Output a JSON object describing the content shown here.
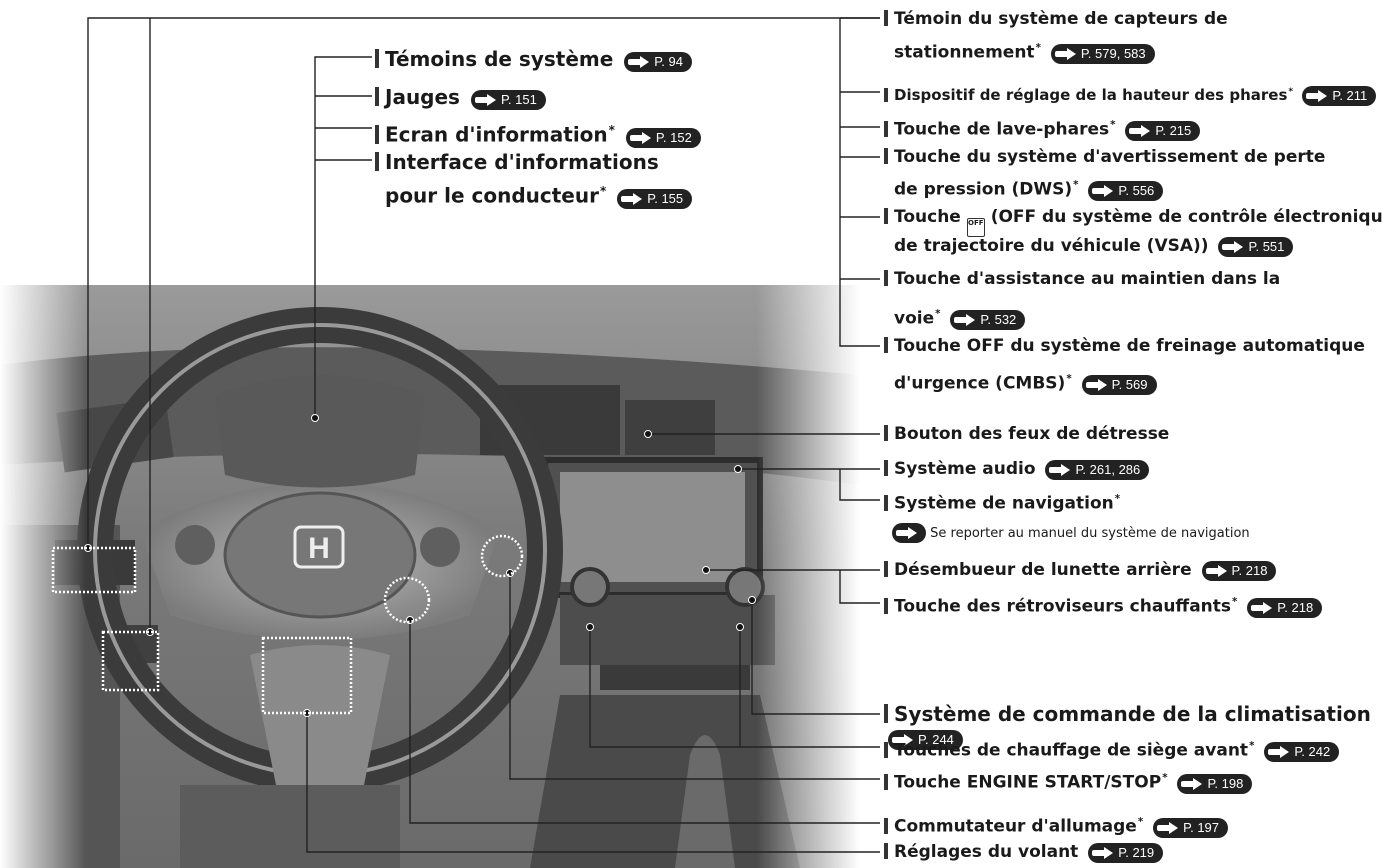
{
  "labels": {
    "indicators": {
      "text": "Témoins de système",
      "ref": "P. 94"
    },
    "gauges": {
      "text": "Jauges",
      "ref": "P. 151"
    },
    "info_display": {
      "text": "Ecran d'information",
      "star": "*",
      "ref": "P. 152"
    },
    "driver_info_l1": {
      "text": "Interface d'informations"
    },
    "driver_info_l2": {
      "text": "pour le conducteur",
      "star": "*",
      "ref": "P. 155"
    },
    "parking_sensor_l1": {
      "text": "Témoin du système de capteurs de"
    },
    "parking_sensor_l2": {
      "text": "stationnement",
      "star": "*",
      "ref": "P. 579, 583"
    },
    "headlight_level": {
      "text": "Dispositif de réglage de la hauteur des phares",
      "star": "*",
      "ref": "P. 211"
    },
    "headlight_washer": {
      "text": "Touche de lave-phares",
      "star": "*",
      "ref": "P. 215"
    },
    "dws_l1": {
      "text": "Touche du système d'avertissement de perte"
    },
    "dws_l2": {
      "text": "de pression (DWS)",
      "star": "*",
      "ref": "P. 556"
    },
    "vsa_l1_a": {
      "text": "Touche"
    },
    "vsa_icon": {
      "text": "OFF"
    },
    "vsa_l1_b": {
      "text": "(OFF du système de contrôle électronique"
    },
    "vsa_l2": {
      "text": "de trajectoire du véhicule (VSA))",
      "ref": "P. 551"
    },
    "lkas_l1": {
      "text": "Touche d'assistance au maintien dans la"
    },
    "lkas_l2": {
      "text": "voie",
      "star": "*",
      "ref": "P. 532"
    },
    "cmbs_l1": {
      "text": "Touche OFF du système de freinage automatique"
    },
    "cmbs_l2": {
      "text": "d'urgence (CMBS)",
      "star": "*",
      "ref": "P. 569"
    },
    "hazard": {
      "text": "Bouton des feux de détresse"
    },
    "audio": {
      "text": "Système audio",
      "ref": "P. 261, 286"
    },
    "nav": {
      "text": "Système de navigation",
      "star": "*"
    },
    "nav_note": {
      "text": "Se reporter au manuel du système de navigation"
    },
    "rear_defog": {
      "text": "Désembueur de lunette arrière",
      "ref": "P. 218"
    },
    "heated_mirrors": {
      "text": "Touche des rétroviseurs chauffants",
      "star": "*",
      "ref": "P. 218"
    },
    "climate_l1": {
      "text": "Système de commande de la climatisation"
    },
    "climate_l2": {
      "ref": "P. 244"
    },
    "seat_heaters": {
      "text": "Touches de chauffage de siège avant",
      "star": "*",
      "ref": "P. 242"
    },
    "engine_start": {
      "text": "Touche ENGINE START/STOP",
      "star": "*",
      "ref": "P. 198"
    },
    "ignition": {
      "text": "Commutateur d'allumage",
      "star": "*",
      "ref": "P. 197"
    },
    "steering_adj": {
      "text": "Réglages du volant",
      "ref": "P. 219"
    }
  },
  "logo_text": "H"
}
